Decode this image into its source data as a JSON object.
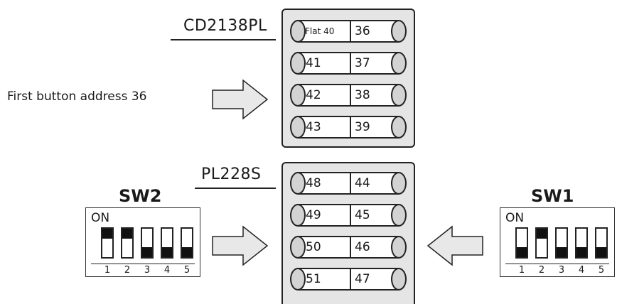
{
  "top_panel": {
    "title": "CD2138PL",
    "rows": [
      {
        "left": "Flat 40",
        "right": "36"
      },
      {
        "left": "41",
        "right": "37"
      },
      {
        "left": "42",
        "right": "38"
      },
      {
        "left": "43",
        "right": "39"
      }
    ]
  },
  "bottom_panel": {
    "title": "PL228S",
    "rows": [
      {
        "left": "48",
        "right": "44"
      },
      {
        "left": "49",
        "right": "45"
      },
      {
        "left": "50",
        "right": "46"
      },
      {
        "left": "51",
        "right": "47"
      }
    ]
  },
  "caption": "First button address 36",
  "sw2": {
    "title": "SW2",
    "on_label": "ON",
    "switches": [
      {
        "num": "1",
        "state": "on"
      },
      {
        "num": "2",
        "state": "on"
      },
      {
        "num": "3",
        "state": "off"
      },
      {
        "num": "4",
        "state": "off"
      },
      {
        "num": "5",
        "state": "off"
      }
    ]
  },
  "sw1": {
    "title": "SW1",
    "on_label": "ON",
    "switches": [
      {
        "num": "1",
        "state": "off"
      },
      {
        "num": "2",
        "state": "on"
      },
      {
        "num": "3",
        "state": "off"
      },
      {
        "num": "4",
        "state": "off"
      },
      {
        "num": "5",
        "state": "off"
      }
    ]
  },
  "colors": {
    "panel": "#e5e5e5",
    "arrow": "#e8e8e8",
    "knob": "#111111"
  }
}
